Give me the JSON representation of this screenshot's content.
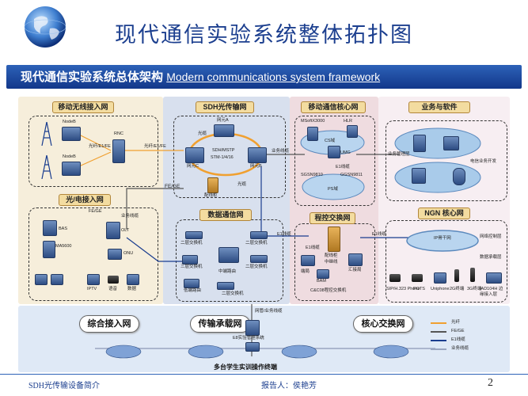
{
  "title": "现代通信实验系统整体拓扑图",
  "header": {
    "cn": "现代通信实验系统总体架构",
    "en": "Modern communications system framework"
  },
  "zones": {
    "mobile_radio": "移动无线接入网",
    "sdh": "SDH光传输网",
    "mobile_core": "移动通信核心网",
    "services": "业务与软件",
    "optical_access": "光/电接入网",
    "data_comm": "数据通信网",
    "switching": "程控交换网",
    "ngn": "NGN 核心网"
  },
  "labels": {
    "nodeb1": "NodeB",
    "nodeb2": "NodeB",
    "rnc": "RNC",
    "rnc_link": "光纤/E1/FE",
    "sdh_link": "光纤/E1/FE",
    "fiber_top": "光缆",
    "net_a": "网元A",
    "net_b": "网元B",
    "net_c": "网元C",
    "sdh_core": "SDH/MSTP",
    "stm": "STM-1/4/16",
    "fiber_bottom": "光缆",
    "odf": "配线柜",
    "fe_ge": "FE/GE",
    "service_line": "业务线缆",
    "msoftx": "MSoftX3000",
    "hlr": "HLR",
    "cs": "CS域",
    "umg": "UMG",
    "e1_line_core": "E1线缆",
    "sgsn": "SGSN9810",
    "ggsn": "GGSN9811",
    "ps": "PS域",
    "svc_mgmt": "业务管理层",
    "telecom_dev": "电信业务开发",
    "fe_ge_2": "FE/GE",
    "svc_line_2": "业务线缆",
    "bas": "BAS",
    "olt": "OLT",
    "ma5600": "MA5600",
    "onu": "ONU",
    "iptv": "IPTV",
    "voice": "语音",
    "data": "数据",
    "l2a": "二层交换机",
    "l2b": "二层交换机",
    "l3": "三层交换机",
    "mid_router": "中端路由",
    "low_router": "低端路由",
    "l2c": "二层交换机",
    "l2d": "二层交换机",
    "e1_line": "E1线缆",
    "e1_line_b": "E1线缆",
    "e1_cable": "E1线缆",
    "odf2": "配线柜",
    "relay": "中继线",
    "c_switch": "汇接局",
    "terminal": "端局",
    "bam": "BAM",
    "cc08": "C&C08程控交换机",
    "ip_backbone": "IP骨干网",
    "net_ctrl": "网络控制层",
    "data_layer": "数据承载层",
    "sip": "SIP/H.323 Phone",
    "pots": "POTS",
    "uniphone": "Uniphone",
    "g2": "2G终端",
    "g3": "3G终端",
    "iad": "IAD104H 边缘接入层"
  },
  "bottom": {
    "integrated": "综合接入网",
    "transport": "传输承载网",
    "core_switch": "核心交换网",
    "svc_line": "网管/业务线缆",
    "mgmt_sys": "E8实验管理系统",
    "training": "多台学生实训操作终端"
  },
  "legend": [
    {
      "label": "光纤",
      "color": "#f0a030"
    },
    {
      "label": "FE/GE",
      "color": "#555555"
    },
    {
      "label": "E1线缆",
      "color": "#1a3d8f"
    },
    {
      "label": "业务线缆",
      "color": "#9aa6c0"
    }
  ],
  "footer": {
    "left": "SDH光传输设备简介",
    "reporter": "报告人：侯艳芳",
    "page": "2"
  }
}
